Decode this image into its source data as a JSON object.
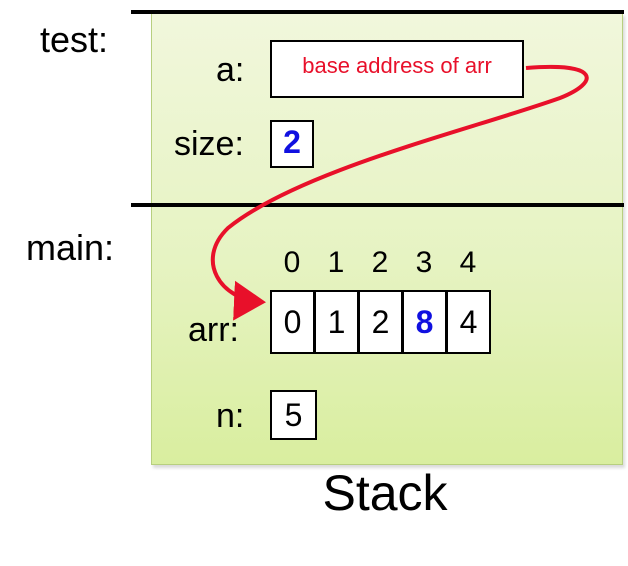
{
  "frames": {
    "test": {
      "label": "test:",
      "vars": {
        "a": {
          "label": "a:",
          "value": "base address of arr"
        },
        "size": {
          "label": "size:",
          "value": "2"
        }
      }
    },
    "main": {
      "label": "main:",
      "vars": {
        "arr": {
          "label": "arr:",
          "indices": [
            "0",
            "1",
            "2",
            "3",
            "4"
          ],
          "values": [
            "0",
            "1",
            "2",
            "8",
            "4"
          ],
          "highlighted_index": 3
        },
        "n": {
          "label": "n:",
          "value": "5"
        }
      }
    }
  },
  "stack_label": "Stack",
  "colors": {
    "pointer": "#e8102a",
    "highlight": "#1010e0",
    "stack_fill": "#e6f3c2"
  }
}
